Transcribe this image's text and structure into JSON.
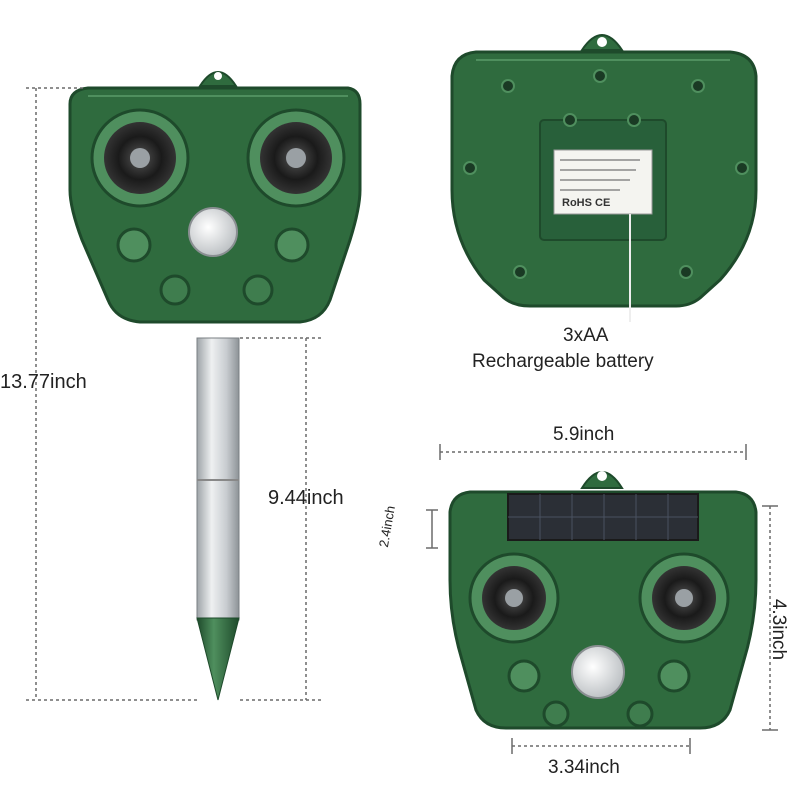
{
  "dimensions": {
    "total_height": "13.77inch",
    "stake_length": "9.44inch",
    "width": "5.9inch",
    "panel_height": "2.4inch",
    "body_height": "4.3inch",
    "bottom_width": "3.34inch"
  },
  "battery": {
    "count": "3xAA",
    "type": "Rechargeable battery"
  },
  "colors": {
    "body": "#2f6b3e",
    "body_dark": "#1e4a2b",
    "body_light": "#4f8f5e",
    "stake": "#cfd3d6",
    "line": "#6a6a6a"
  }
}
